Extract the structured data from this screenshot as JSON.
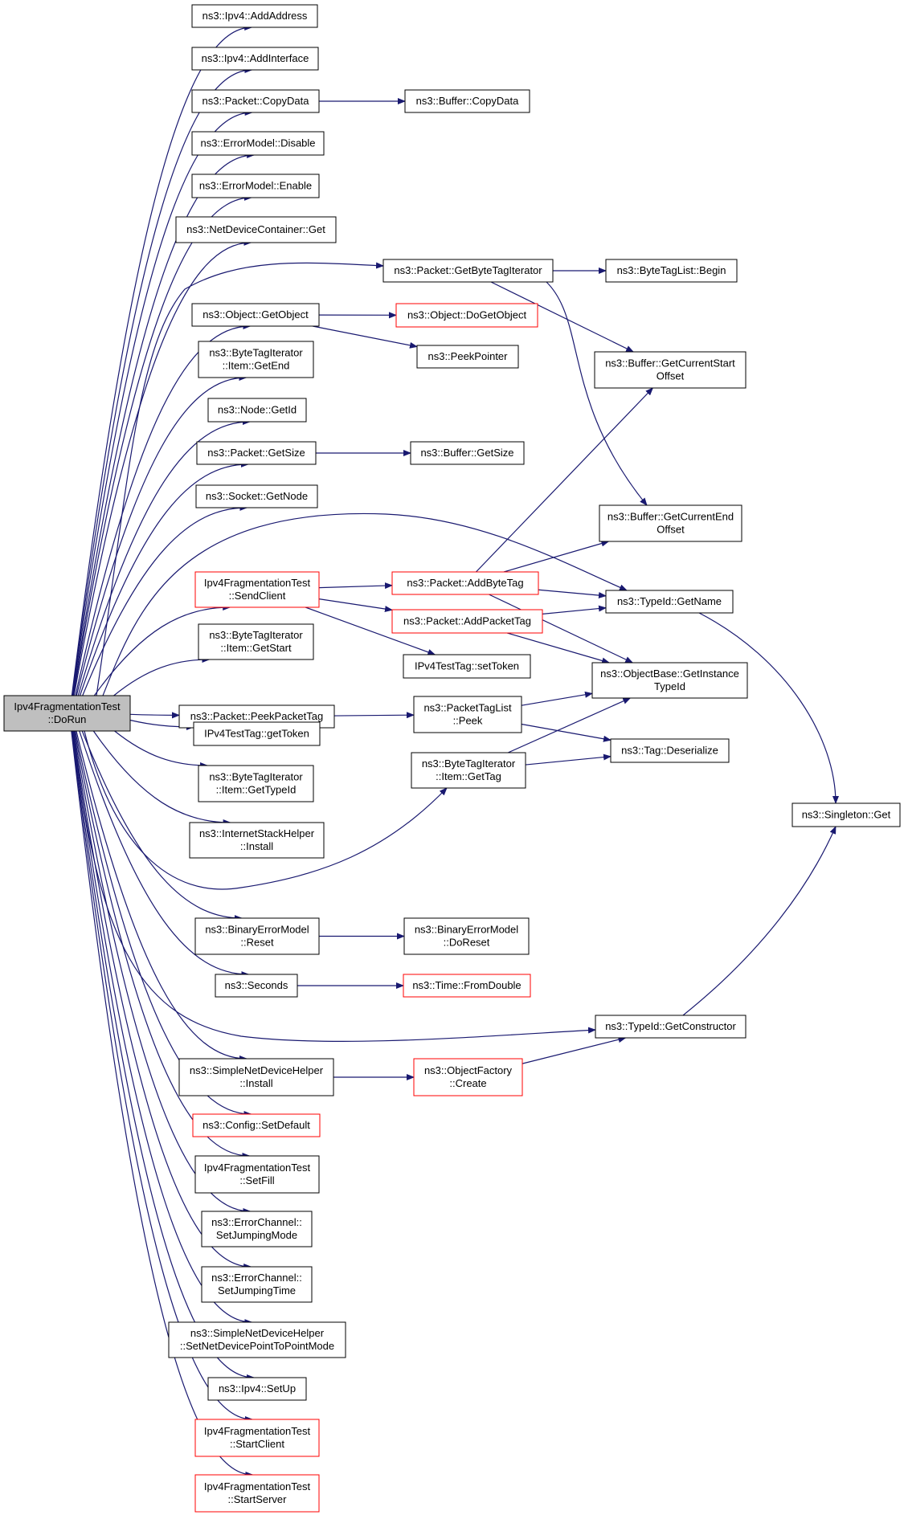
{
  "colors": {
    "edge": "#191970",
    "node_border": "#000000",
    "node_border_highlight": "#ff0000",
    "root_fill": "#bfbfbf",
    "node_fill": "#ffffff"
  },
  "nodes": [
    {
      "id": "root",
      "lines": [
        "Ipv4FragmentationTest",
        "::DoRun"
      ],
      "root": true
    },
    {
      "id": "ipv4-addaddress",
      "lines": [
        "ns3::Ipv4::AddAddress"
      ]
    },
    {
      "id": "ipv4-addinterface",
      "lines": [
        "ns3::Ipv4::AddInterface"
      ]
    },
    {
      "id": "packet-copydata",
      "lines": [
        "ns3::Packet::CopyData"
      ]
    },
    {
      "id": "buffer-copydata",
      "lines": [
        "ns3::Buffer::CopyData"
      ]
    },
    {
      "id": "errormodel-disable",
      "lines": [
        "ns3::ErrorModel::Disable"
      ]
    },
    {
      "id": "errormodel-enable",
      "lines": [
        "ns3::ErrorModel::Enable"
      ]
    },
    {
      "id": "netdevicecontainer-get",
      "lines": [
        "ns3::NetDeviceContainer::Get"
      ]
    },
    {
      "id": "packet-getbytetagiterator",
      "lines": [
        "ns3::Packet::GetByteTagIterator"
      ]
    },
    {
      "id": "bytetaglist-begin",
      "lines": [
        "ns3::ByteTagList::Begin"
      ]
    },
    {
      "id": "object-getobject",
      "lines": [
        "ns3::Object::GetObject"
      ]
    },
    {
      "id": "object-dogetobject",
      "lines": [
        "ns3::Object::DoGetObject"
      ],
      "highlight": true
    },
    {
      "id": "peekpointer",
      "lines": [
        "ns3::PeekPointer"
      ]
    },
    {
      "id": "buffer-getcurrentstartoffset",
      "lines": [
        "ns3::Buffer::GetCurrentStart",
        "Offset"
      ]
    },
    {
      "id": "bytetagiterator-item-getend",
      "lines": [
        "ns3::ByteTagIterator",
        "::Item::GetEnd"
      ]
    },
    {
      "id": "node-getid",
      "lines": [
        "ns3::Node::GetId"
      ]
    },
    {
      "id": "packet-getsize",
      "lines": [
        "ns3::Packet::GetSize"
      ]
    },
    {
      "id": "buffer-getsize",
      "lines": [
        "ns3::Buffer::GetSize"
      ]
    },
    {
      "id": "socket-getnode",
      "lines": [
        "ns3::Socket::GetNode"
      ]
    },
    {
      "id": "buffer-getcurrentendoffset",
      "lines": [
        "ns3::Buffer::GetCurrentEnd",
        "Offset"
      ]
    },
    {
      "id": "sendclient",
      "lines": [
        "Ipv4FragmentationTest",
        "::SendClient"
      ],
      "highlight": true
    },
    {
      "id": "packet-addbytetag",
      "lines": [
        "ns3::Packet::AddByteTag"
      ],
      "highlight": true
    },
    {
      "id": "typeid-getname",
      "lines": [
        "ns3::TypeId::GetName"
      ]
    },
    {
      "id": "packet-addpackettag",
      "lines": [
        "ns3::Packet::AddPacketTag"
      ],
      "highlight": true
    },
    {
      "id": "bytetagiterator-item-getstart",
      "lines": [
        "ns3::ByteTagIterator",
        "::Item::GetStart"
      ]
    },
    {
      "id": "ipv4testtag-settoken",
      "lines": [
        "IPv4TestTag::setToken"
      ]
    },
    {
      "id": "objectbase-getinstancetypeid",
      "lines": [
        "ns3::ObjectBase::GetInstance",
        "TypeId"
      ]
    },
    {
      "id": "packet-peekpackettag",
      "lines": [
        "ns3::Packet::PeekPacketTag"
      ]
    },
    {
      "id": "packettaglist-peek",
      "lines": [
        "ns3::PacketTagList",
        "::Peek"
      ]
    },
    {
      "id": "ipv4testtag-gettoken",
      "lines": [
        "IPv4TestTag::getToken"
      ]
    },
    {
      "id": "tag-deserialize",
      "lines": [
        "ns3::Tag::Deserialize"
      ]
    },
    {
      "id": "bytetagiterator-item-gettag",
      "lines": [
        "ns3::ByteTagIterator",
        "::Item::GetTag"
      ]
    },
    {
      "id": "bytetagiterator-item-gettypeid",
      "lines": [
        "ns3::ByteTagIterator",
        "::Item::GetTypeId"
      ]
    },
    {
      "id": "singleton-get",
      "lines": [
        "ns3::Singleton::Get"
      ]
    },
    {
      "id": "internetstackhelper-install",
      "lines": [
        "ns3::InternetStackHelper",
        "::Install"
      ]
    },
    {
      "id": "binaryerrormodel-reset",
      "lines": [
        "ns3::BinaryErrorModel",
        "::Reset"
      ]
    },
    {
      "id": "binaryerrormodel-doreset",
      "lines": [
        "ns3::BinaryErrorModel",
        "::DoReset"
      ]
    },
    {
      "id": "seconds",
      "lines": [
        "ns3::Seconds"
      ]
    },
    {
      "id": "time-fromdouble",
      "lines": [
        "ns3::Time::FromDouble"
      ],
      "highlight": true
    },
    {
      "id": "typeid-getconstructor",
      "lines": [
        "ns3::TypeId::GetConstructor"
      ]
    },
    {
      "id": "simplenetdevicehelper-install",
      "lines": [
        "ns3::SimpleNetDeviceHelper",
        "::Install"
      ]
    },
    {
      "id": "objectfactory-create",
      "lines": [
        "ns3::ObjectFactory",
        "::Create"
      ],
      "highlight": true
    },
    {
      "id": "config-setdefault",
      "lines": [
        "ns3::Config::SetDefault"
      ],
      "highlight": true
    },
    {
      "id": "setfill",
      "lines": [
        "Ipv4FragmentationTest",
        "::SetFill"
      ]
    },
    {
      "id": "errorchannel-setjumpingmode",
      "lines": [
        "ns3::ErrorChannel::",
        "SetJumpingMode"
      ]
    },
    {
      "id": "errorchannel-setjumpingtime",
      "lines": [
        "ns3::ErrorChannel::",
        "SetJumpingTime"
      ]
    },
    {
      "id": "simplenetdevicehelper-setnetdevicepointtopointmode",
      "lines": [
        "ns3::SimpleNetDeviceHelper",
        "::SetNetDevicePointToPointMode"
      ]
    },
    {
      "id": "ipv4-setup",
      "lines": [
        "ns3::Ipv4::SetUp"
      ]
    },
    {
      "id": "startclient",
      "lines": [
        "Ipv4FragmentationTest",
        "::StartClient"
      ],
      "highlight": true
    },
    {
      "id": "startserver",
      "lines": [
        "Ipv4FragmentationTest",
        "::StartServer"
      ],
      "highlight": true
    }
  ],
  "edges": [
    [
      "root",
      "ipv4-addaddress"
    ],
    [
      "root",
      "ipv4-addinterface"
    ],
    [
      "root",
      "packet-copydata"
    ],
    [
      "root",
      "errormodel-disable"
    ],
    [
      "root",
      "errormodel-enable"
    ],
    [
      "root",
      "netdevicecontainer-get"
    ],
    [
      "root",
      "packet-getbytetagiterator"
    ],
    [
      "root",
      "object-getobject"
    ],
    [
      "root",
      "bytetagiterator-item-getend"
    ],
    [
      "root",
      "node-getid"
    ],
    [
      "root",
      "packet-getsize"
    ],
    [
      "root",
      "socket-getnode"
    ],
    [
      "root",
      "typeid-getname"
    ],
    [
      "root",
      "sendclient"
    ],
    [
      "root",
      "bytetagiterator-item-getstart"
    ],
    [
      "root",
      "packet-peekpackettag"
    ],
    [
      "root",
      "ipv4testtag-gettoken"
    ],
    [
      "root",
      "bytetagiterator-item-gettypeid"
    ],
    [
      "root",
      "internetstackhelper-install"
    ],
    [
      "root",
      "bytetagiterator-item-gettag"
    ],
    [
      "root",
      "binaryerrormodel-reset"
    ],
    [
      "root",
      "seconds"
    ],
    [
      "root",
      "typeid-getconstructor"
    ],
    [
      "root",
      "simplenetdevicehelper-install"
    ],
    [
      "root",
      "config-setdefault"
    ],
    [
      "root",
      "setfill"
    ],
    [
      "root",
      "errorchannel-setjumpingmode"
    ],
    [
      "root",
      "errorchannel-setjumpingtime"
    ],
    [
      "root",
      "simplenetdevicehelper-setnetdevicepointtopointmode"
    ],
    [
      "root",
      "ipv4-setup"
    ],
    [
      "root",
      "startclient"
    ],
    [
      "root",
      "startserver"
    ],
    [
      "packet-copydata",
      "buffer-copydata"
    ],
    [
      "packet-getbytetagiterator",
      "bytetaglist-begin"
    ],
    [
      "packet-getbytetagiterator",
      "buffer-getcurrentstartoffset"
    ],
    [
      "packet-getbytetagiterator",
      "buffer-getcurrentendoffset"
    ],
    [
      "object-getobject",
      "object-dogetobject"
    ],
    [
      "object-getobject",
      "peekpointer"
    ],
    [
      "packet-getsize",
      "buffer-getsize"
    ],
    [
      "sendclient",
      "packet-addbytetag"
    ],
    [
      "sendclient",
      "packet-addpackettag"
    ],
    [
      "sendclient",
      "ipv4testtag-settoken"
    ],
    [
      "packet-addbytetag",
      "buffer-getcurrentstartoffset"
    ],
    [
      "packet-addbytetag",
      "buffer-getcurrentendoffset"
    ],
    [
      "packet-addbytetag",
      "typeid-getname"
    ],
    [
      "packet-addbytetag",
      "objectbase-getinstancetypeid"
    ],
    [
      "packet-addpackettag",
      "typeid-getname"
    ],
    [
      "packet-addpackettag",
      "objectbase-getinstancetypeid"
    ],
    [
      "packet-peekpackettag",
      "packettaglist-peek"
    ],
    [
      "packettaglist-peek",
      "objectbase-getinstancetypeid"
    ],
    [
      "packettaglist-peek",
      "tag-deserialize"
    ],
    [
      "bytetagiterator-item-gettag",
      "objectbase-getinstancetypeid"
    ],
    [
      "bytetagiterator-item-gettag",
      "tag-deserialize"
    ],
    [
      "typeid-getname",
      "singleton-get"
    ],
    [
      "binaryerrormodel-reset",
      "binaryerrormodel-doreset"
    ],
    [
      "seconds",
      "time-fromdouble"
    ],
    [
      "typeid-getconstructor",
      "singleton-get"
    ],
    [
      "simplenetdevicehelper-install",
      "objectfactory-create"
    ],
    [
      "objectfactory-create",
      "typeid-getconstructor"
    ]
  ]
}
